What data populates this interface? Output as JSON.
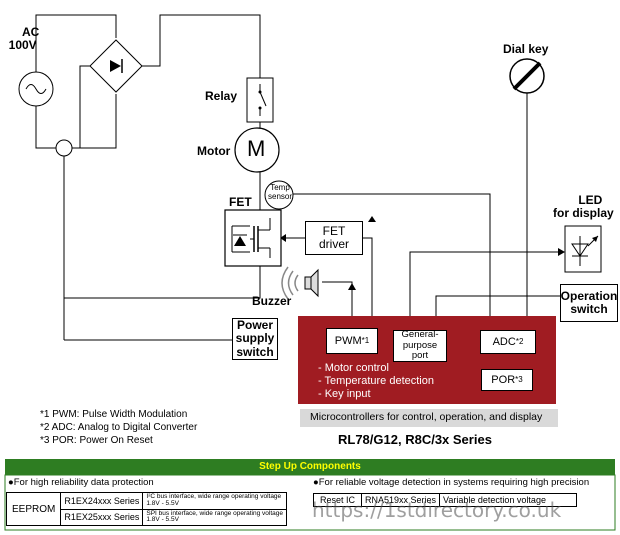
{
  "diagram": {
    "ac_label_line1": "AC",
    "ac_label_line2": "100V",
    "relay_label": "Relay",
    "motor_label": "Motor",
    "motor_symbol": "M",
    "fet_label": "FET",
    "temp_sensor_line1": "Temp",
    "temp_sensor_line2": "sensor",
    "fet_driver_line1": "FET",
    "fet_driver_line2": "driver",
    "buzzer_label": "Buzzer",
    "power_switch_line1": "Power",
    "power_switch_line2": "supply",
    "power_switch_line3": "switch",
    "dial_key_label": "Dial key",
    "led_label_line1": "LED",
    "led_label_line2": "for display",
    "op_switch_line1": "Operation",
    "op_switch_line2": "switch",
    "mcu": {
      "pwm_label": "PWM",
      "pwm_note": "*1",
      "gpio_line1": "General-",
      "gpio_line2": "purpose",
      "gpio_line3": "port",
      "adc_label": "ADC",
      "adc_note": "*2",
      "por_label": "POR",
      "por_note": "*3",
      "functions": [
        "- Motor control",
        "- Temperature detection",
        "- Key input"
      ],
      "caption": "Microcontrollers for control, operation, and display",
      "series": "RL78/G12, R8C/3x Series",
      "color": "#a01c22"
    },
    "footnotes": [
      "*1 PWM: Pulse Width Modulation",
      "*2 ADC: Analog to Digital Converter",
      "*3 POR: Power On Reset"
    ]
  },
  "step_up": {
    "title": "Step Up Components",
    "bar_color": "#2e7d22",
    "title_color": "#ffff00",
    "left": {
      "heading": "For high reliability data protection",
      "category": "EEPROM",
      "rows": [
        {
          "series": "R1EX24xxx Series",
          "desc1": "I²C bus interface, wide range operating voltage",
          "desc2": "1.8V - 5.5V"
        },
        {
          "series": "R1EX25xxx Series",
          "desc1": "SPI bus interface, wide range operating voltage",
          "desc2": "1.8V - 5.5V"
        }
      ]
    },
    "right": {
      "heading": "For reliable voltage detection in systems requiring high precision",
      "category": "Reset IC",
      "series": "RNA519xx Series",
      "desc": "Variable detection voltage"
    }
  },
  "watermark": "https://1stdirectory.co.uk"
}
